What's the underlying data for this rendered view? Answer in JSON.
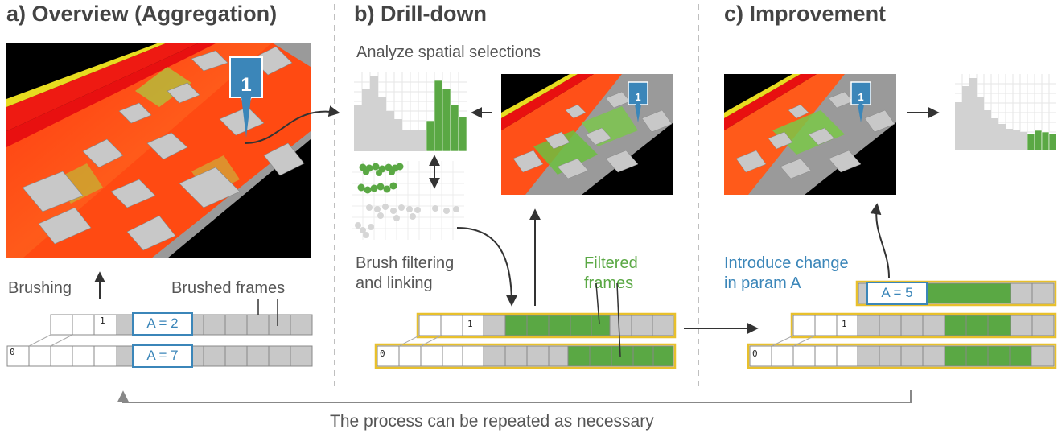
{
  "titles": {
    "a": "a) Overview (Aggregation)",
    "b": "b) Drill-down",
    "c": "c) Improvement"
  },
  "labels": {
    "analyze": "Analyze spatial selections",
    "brushing": "Brushing",
    "brushed_frames": "Brushed frames",
    "brush_filtering_1": "Brush filtering",
    "brush_filtering_2": "and linking",
    "filtered_1": "Filtered",
    "filtered_2": "frames",
    "introduce_1": "Introduce change",
    "introduce_2": "in param A",
    "caption": "The process can be repeated as necessary"
  },
  "params": {
    "a_top": "A = 2",
    "a_bottom": "A = 7",
    "c_top": "A = 5"
  },
  "pins": {
    "marker": "1"
  },
  "frame_indices": {
    "one": "1",
    "zero": "0"
  },
  "colors": {
    "title": "#444444",
    "green": "#5aa844",
    "blue": "#3b86b9",
    "yellow_border": "#e8c02c",
    "gray_cell": "#c8c8c8"
  },
  "icons": [
    "location-pin-icon",
    "arrow-icon",
    "double-arrow-icon"
  ]
}
